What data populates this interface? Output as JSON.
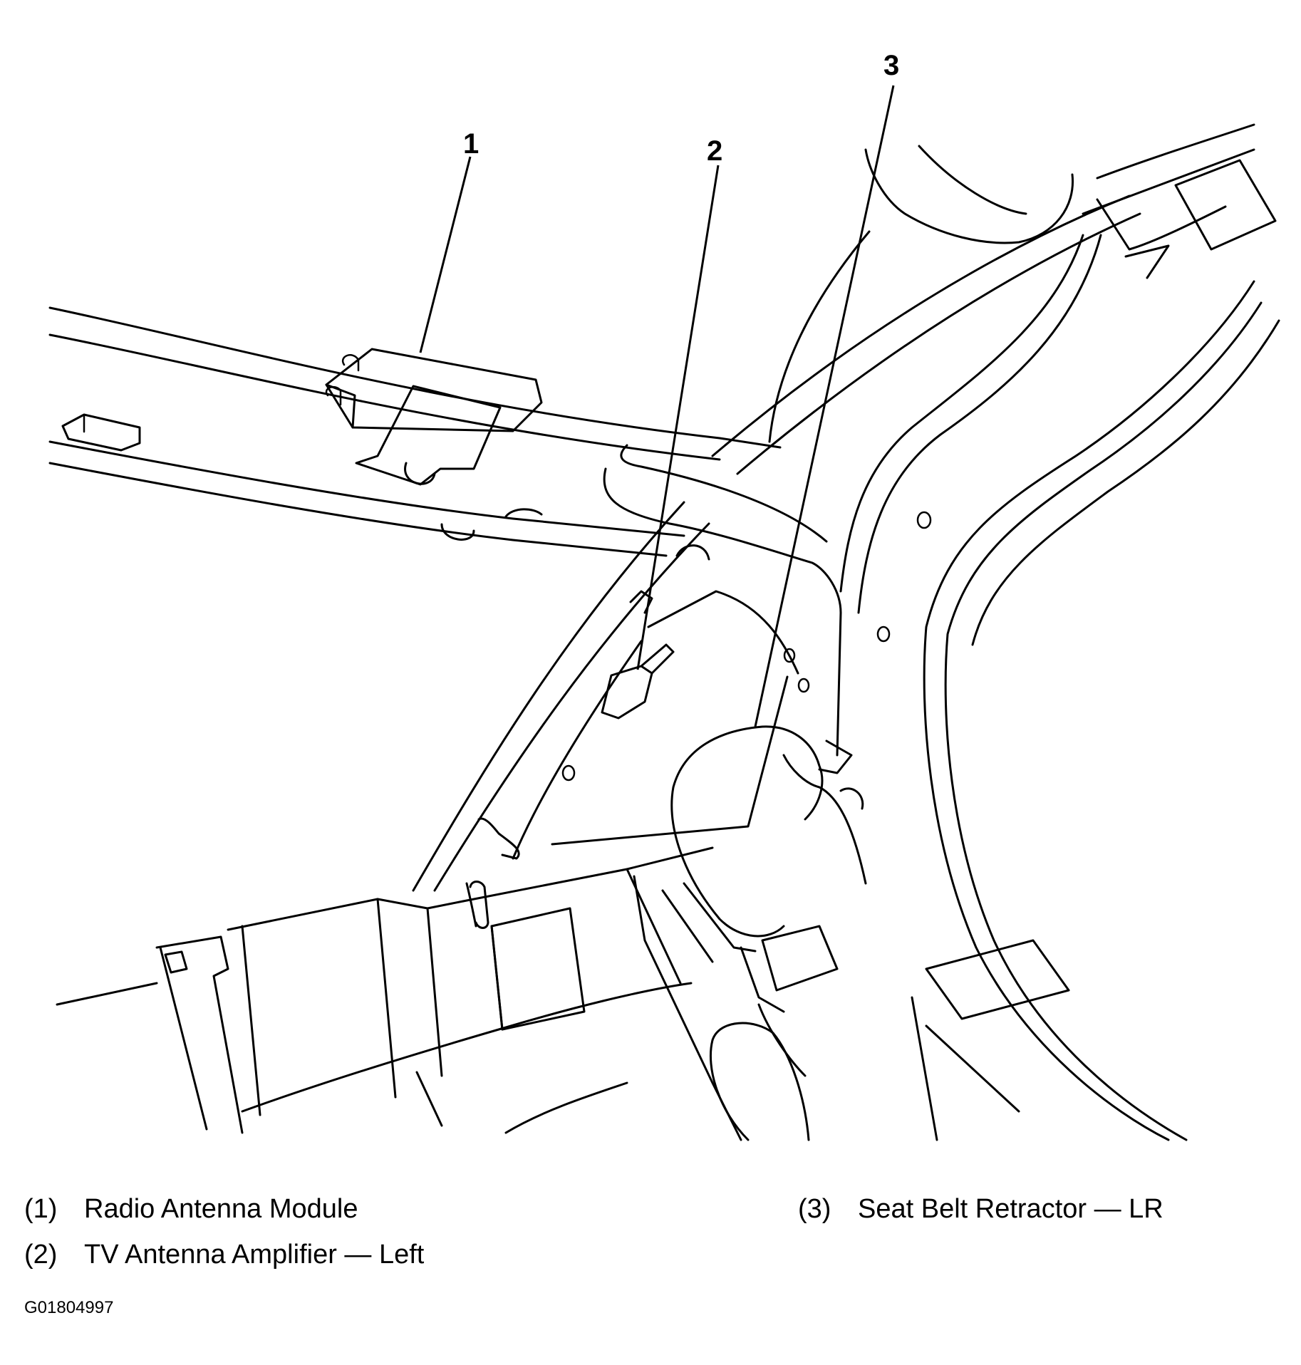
{
  "callouts": [
    {
      "number": "1",
      "code": "(1)",
      "label": "Radio Antenna Module"
    },
    {
      "number": "2",
      "code": "(2)",
      "label": "TV Antenna Amplifier — Left"
    },
    {
      "number": "3",
      "code": "(3)",
      "label": "Seat Belt Retractor — LR"
    }
  ],
  "figure_id": "G01804997"
}
